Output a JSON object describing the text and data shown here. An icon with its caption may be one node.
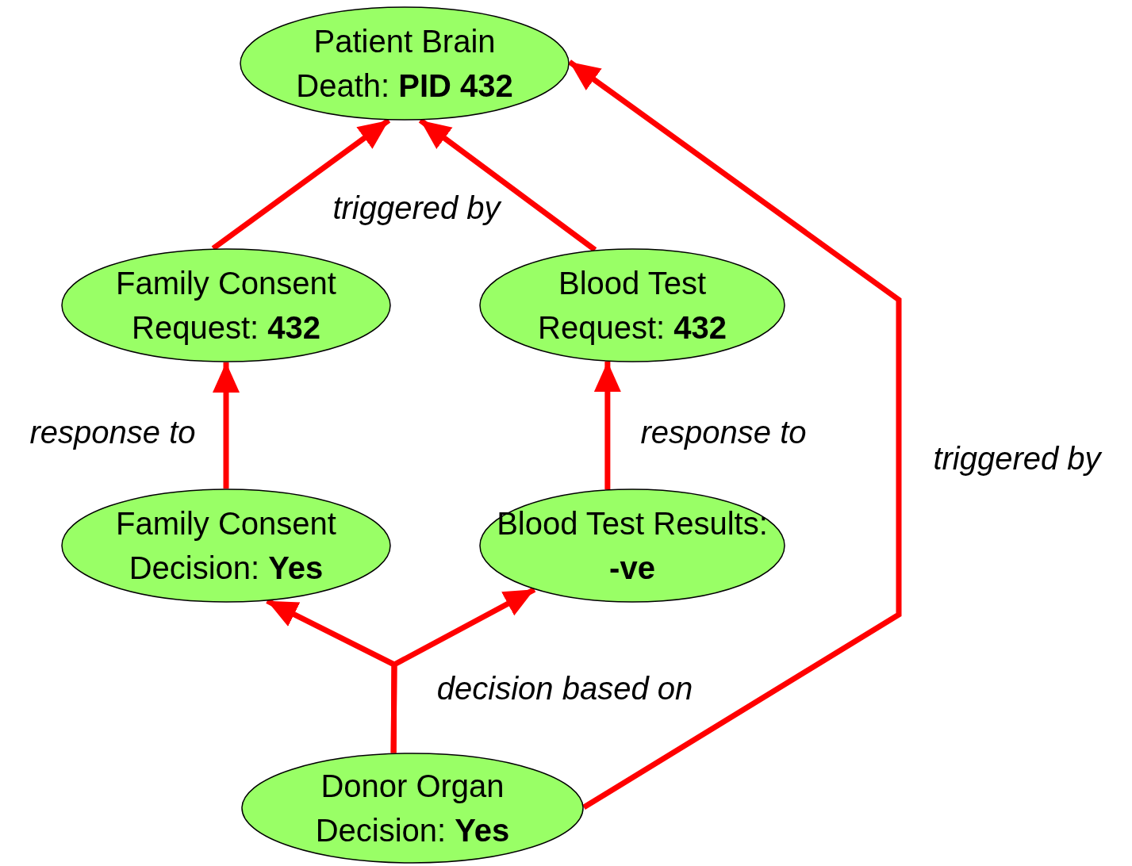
{
  "diagram": {
    "nodes": [
      {
        "text": [
          "Patient Brain Death: **PID 432**"
        ]
      },
      {
        "text": [
          "Family Consent Request: **432**"
        ]
      },
      {
        "text": [
          "Blood Test Request: **432**"
        ]
      },
      {
        "text": [
          "Family Consent Decision: **Yes**"
        ]
      },
      {
        "text": [
          "Blood Test Results: **-ve**"
        ]
      },
      {
        "text": [
          "Donor Organ Decision: **Yes**"
        ]
      }
    ],
    "edges": [
      {
        "from": 1,
        "to": 0,
        "arrow": "to",
        "label": "triggered by"
      },
      {
        "from": 2,
        "to": 0,
        "arrow": "to"
      },
      {
        "from": 3,
        "to": 1,
        "arrow": "to",
        "label": "response to"
      },
      {
        "from": 4,
        "to": 2,
        "arrow": "to",
        "label": "response to"
      },
      {
        "from": 5,
        "to": 3,
        "arrow": "to"
      },
      {
        "from": 5,
        "to": 4,
        "arrow": "to",
        "label": "decision based on"
      },
      {
        "from": 5,
        "to": 0,
        "arrow": "to",
        "label": "triggered by"
      }
    ]
  }
}
